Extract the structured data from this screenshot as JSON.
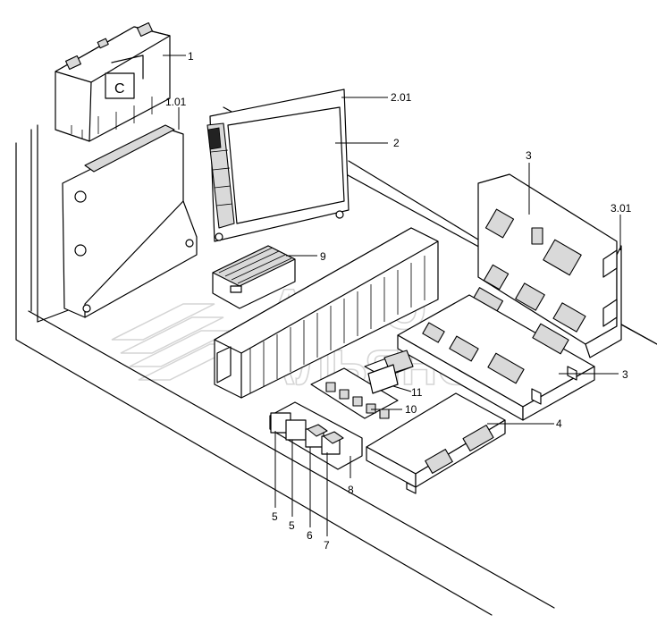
{
  "labels": {
    "l1": "1",
    "l101": "1.01",
    "l201": "2.01",
    "l2": "2",
    "l3a": "3",
    "l301": "3.01",
    "l9": "9",
    "l3b": "3",
    "l11": "11",
    "l10": "10",
    "l4": "4",
    "l8": "8",
    "l5a": "5",
    "l5b": "5",
    "l6": "6",
    "l7": "7"
  },
  "module_letter": "C",
  "watermark": "АВТО"
}
